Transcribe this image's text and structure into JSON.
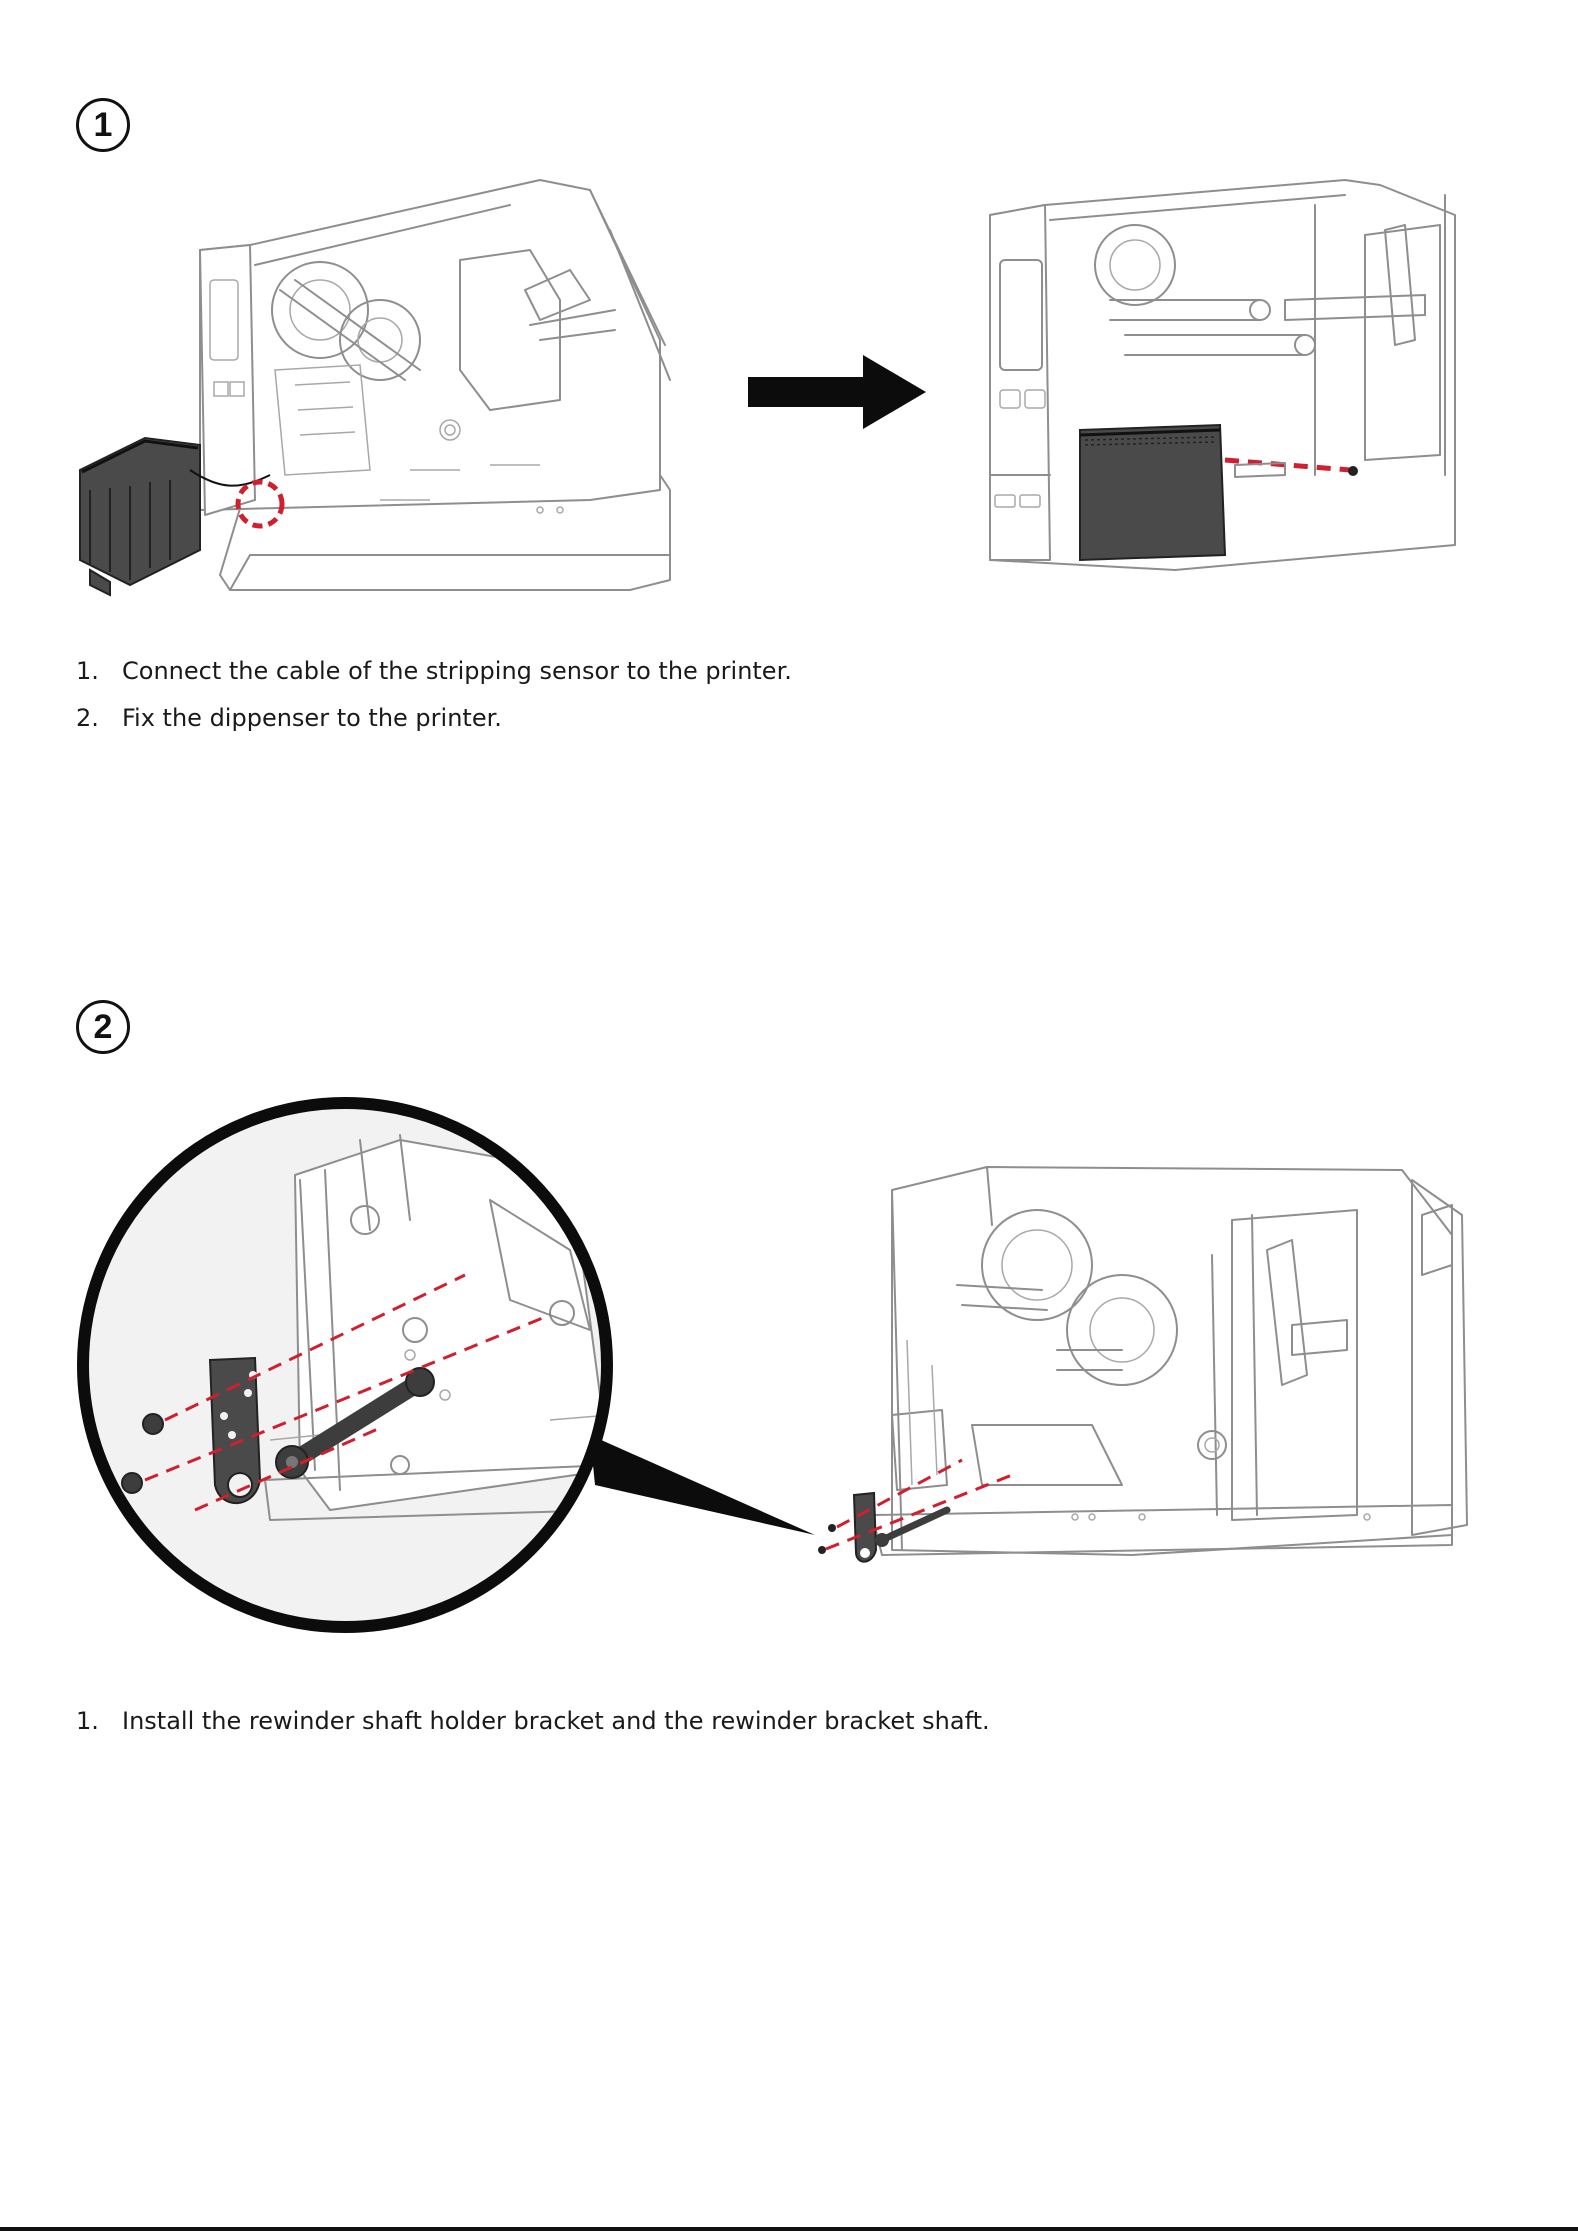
{
  "sections": [
    {
      "step_number": "1",
      "instructions": [
        {
          "num": "1.",
          "text": "Connect the cable of the stripping sensor to the printer."
        },
        {
          "num": "2.",
          "text": "Fix the dippenser to the printer."
        }
      ]
    },
    {
      "step_number": "2",
      "instructions": [
        {
          "num": "1.",
          "text": "Install the rewinder shaft holder bracket and the rewinder bracket shaft."
        }
      ]
    }
  ],
  "colors": {
    "accent_red": "#d01f2e",
    "line_gray": "#8e8e8e",
    "part_dark": "#4a4a4a"
  },
  "icons": [
    "arrow-right-icon",
    "dashed-circle-highlight-icon",
    "magnifier-callout-icon"
  ]
}
